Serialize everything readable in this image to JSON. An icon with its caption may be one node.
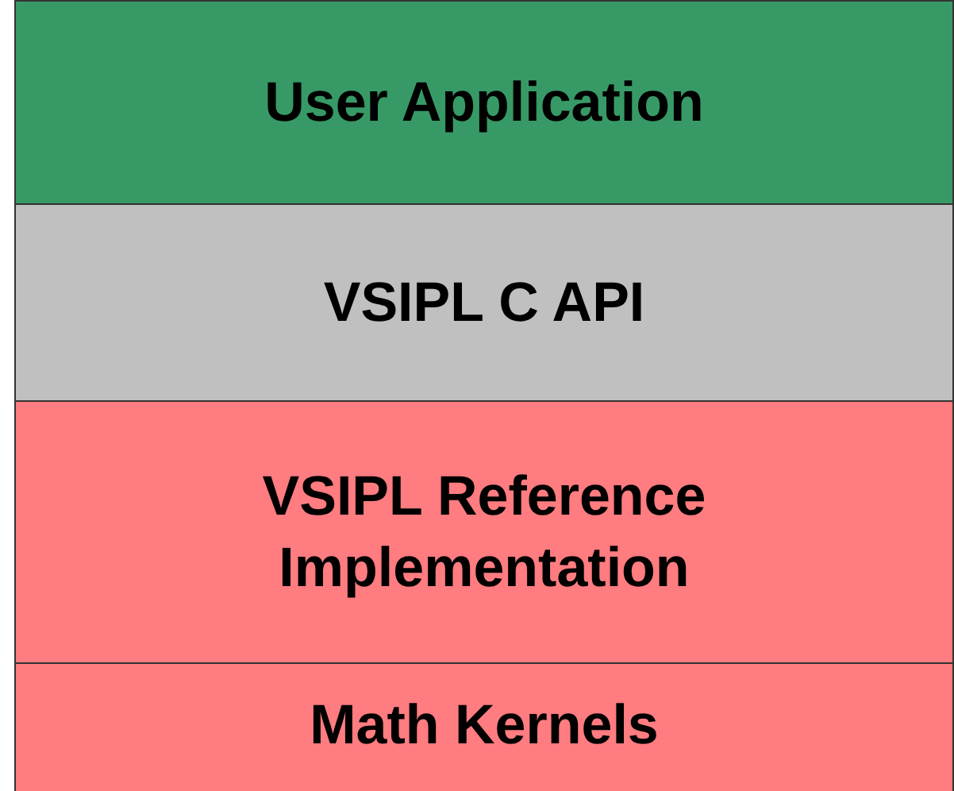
{
  "diagram": {
    "nodes": [
      {
        "text": [
          "User Application"
        ]
      },
      {
        "text": [
          "VSIPL C API"
        ]
      },
      {
        "text": [
          "VSIPL Reference Implementation"
        ]
      },
      {
        "text": [
          "Math Kernels"
        ]
      }
    ]
  }
}
